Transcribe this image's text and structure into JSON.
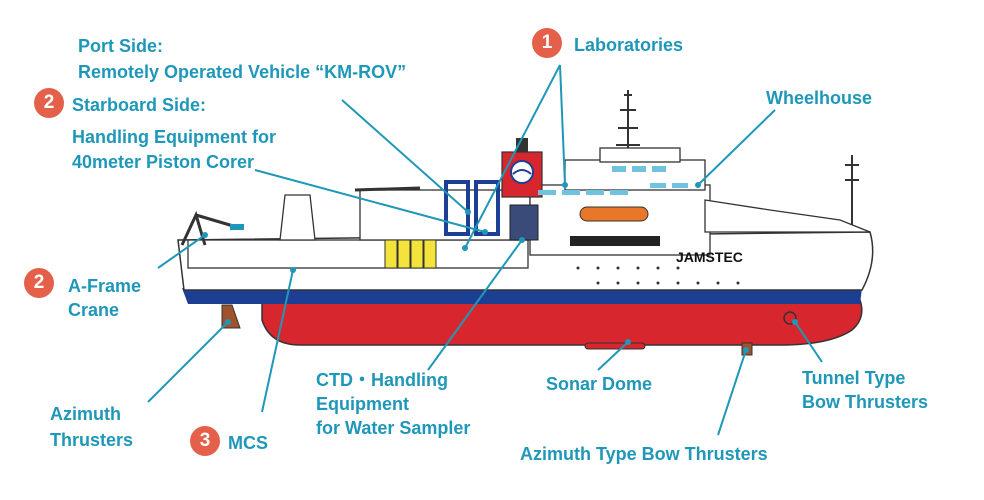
{
  "labels": {
    "port_side_title": "Port Side:",
    "port_side_desc": "Remotely Operated Vehicle “KM-ROV”",
    "starboard_title": "Starboard Side:",
    "starboard_desc1": "Handling Equipment for",
    "starboard_desc2": "40meter Piston Corer",
    "laboratories": "Laboratories",
    "wheelhouse": "Wheelhouse",
    "aframe1": "A-Frame",
    "aframe2": "Crane",
    "ctd1": "CTD・Handling",
    "ctd2": "Equipment",
    "ctd3": "for Water Sampler",
    "sonar": "Sonar Dome",
    "tunnel1": "Tunnel Type",
    "tunnel2": "Bow Thrusters",
    "azimuth1": "Azimuth",
    "azimuth2": "Thrusters",
    "mcs": "MCS",
    "azimuth_bow": "Azimuth Type Bow Thrusters",
    "hull_name": "JAMSTEC"
  },
  "badges": {
    "laboratories": "1",
    "starboard": "2",
    "aframe": "2",
    "mcs": "3"
  },
  "colors": {
    "label": "#1f97b9",
    "badge": "#e4604a",
    "hull_red": "#d8262e",
    "stripe_blue": "#1c3f94",
    "funnel": "#d8262e"
  }
}
